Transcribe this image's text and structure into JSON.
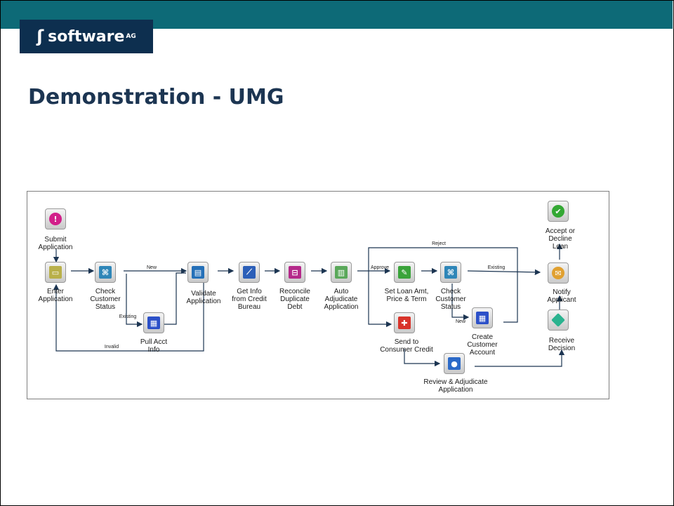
{
  "brand": {
    "logo_text": "software",
    "logo_suffix": "AG"
  },
  "slide": {
    "title": "Demonstration - UMG"
  },
  "nodes": {
    "submit": "Submit\nApplication",
    "enter": "Enter\nApplication",
    "check1": "Check\nCustomer\nStatus",
    "pull": "Pull Acct\nInfo",
    "validate": "Validate\nApplication",
    "getinfo": "Get Info\nfrom Credit\nBureau",
    "reconcile": "Reconcile\nDuplicate\nDebt",
    "auto": "Auto\nAdjudicate\nApplication",
    "setloan": "Set Loan Amt,\nPrice & Term",
    "check2": "Check\nCustomer\nStatus",
    "create": "Create\nCustomer\nAccount",
    "send": "Send to\nConsumer Credit",
    "review": "Review & Adjudicate\nApplication",
    "accept": "Accept or Decline\nLoan",
    "notify": "Notify Applicant",
    "receive": "Receive Decision"
  },
  "edges": {
    "new1": "New",
    "existing1": "Existing",
    "invalid": "Invalid",
    "approve": "Approve",
    "reject": "Reject",
    "existing2": "Existing",
    "new2": "New"
  },
  "colors": {
    "topbar": "#0d6a77",
    "logo_bg": "#0d2f4f",
    "title": "#1c3552",
    "arrow": "#1c3552"
  }
}
